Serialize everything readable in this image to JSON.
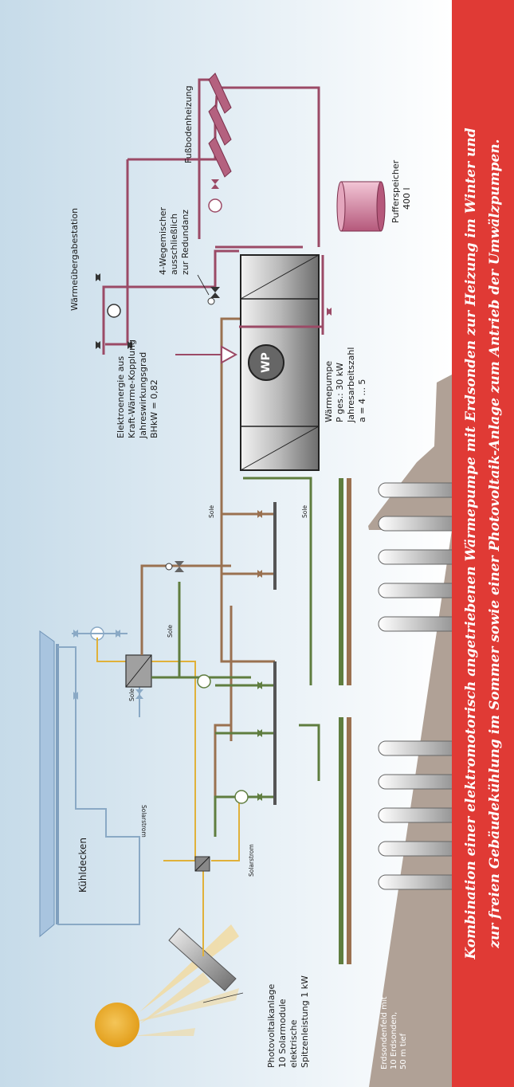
{
  "labels": {
    "kuehldecken": "Kühldecken",
    "solarstrom_1": "Solarstrom",
    "solarstrom_2": "Solarstrom",
    "pv_line1": "Photovoltaikanlage",
    "pv_line2": "10 Solarmodule",
    "pv_line3": "elektrische",
    "pv_line4": "Spitzenleistung 1 kW",
    "erd_line1": "Erdsondenfeld mit",
    "erd_line2": "10 Erdsonden,",
    "erd_line3": "50 m tief",
    "sole_1": "Sole",
    "sole_2": "Sole",
    "sole_3": "Sole",
    "sole_4": "Sole",
    "wp_badge": "WP",
    "wp_line1": "Wärmepumpe",
    "wp_line2": "P ges.: 30 kW",
    "wp_line3": "Jahresarbeitszahl",
    "wp_line4": "a = 4 ... 5",
    "elektro_line1": "Elektroenergie aus",
    "elektro_line2": "Kraft-Wärme-Kopplung",
    "elektro_line3": "Jahreswirkungsgrad",
    "elektro_line4": "BHkW = 0,82",
    "waermeuebergabe": "Wärmeübergabestation",
    "mischer_line1": "4-Wegemischer",
    "mischer_line2": "ausschließlich",
    "mischer_line3": "zur Redundanz",
    "fussboden": "Fußbodenheizung",
    "puffer_line1": "Pufferspeicher",
    "puffer_line2": "400 l"
  },
  "banner": {
    "line1": "Kombination einer elektromotorisch angetriebenen Wärmepumpe mit Erdsonden zur Heizung im Winter und",
    "line2": "zur freien Gebäudekühlung im Sommer sowie einer Photovoltaik-Anlage zum Antrieb der Umwälzpumpen."
  },
  "colors": {
    "banner": "#e03a35",
    "ground": "#b0a196",
    "sky": "#c6dbe9",
    "brine_warm": "#9a7150",
    "brine_cold": "#5f7d3f",
    "heating": "#9b4a66",
    "solar_line": "#e0b13a",
    "cooling_line": "#8aa9c5",
    "sun": "#e9ad2b"
  }
}
